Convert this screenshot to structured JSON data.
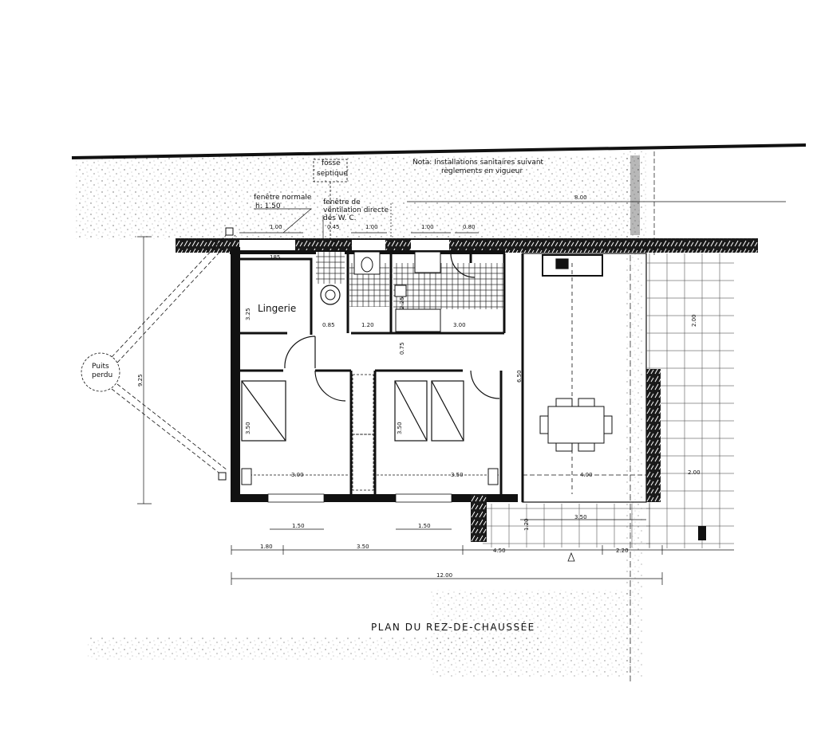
{
  "plan": {
    "title": "PLAN DU REZ-DE-CHAUSSÉE",
    "note_line1": "Nota: Installations sanitaires suivant",
    "note_line2": "règlements en vigueur",
    "fosse_top": "fosse",
    "fosse_bottom": "septique",
    "fenetre_normale_1": "fenêtre normale",
    "fenetre_normale_2": "h: 1.50",
    "ventilation_1": "fenêtre de",
    "ventilation_2": "ventilation directe",
    "ventilation_3": "des  W. C.",
    "lingerie": "Lingerie",
    "puits_1": "Puits",
    "puits_2": "perdu"
  },
  "dimensions": {
    "d_185": "185",
    "d_1_00a": "1.00",
    "d_0_45": "0.45",
    "d_1_00b": "1.00",
    "d_1_00c": "1.00",
    "d_0_80": "0.80",
    "d_3_25a": "3.25",
    "d_0_85": "0.85",
    "d_1_20a": "1.20",
    "d_2_25": "2.25",
    "d_3_00a": "3.00",
    "d_0_75": "0.75",
    "d_6_50": "6.50",
    "d_3_50a": "3.50",
    "d_3_50b": "3.50",
    "d_3_00b": "3.00",
    "d_3_50c": "3.50",
    "d_4_00": "4.00",
    "d_8_00": "8.00",
    "d_2_00": "2.00",
    "d_9_25": "9.25",
    "d_1_50a": "1.50",
    "d_1_50b": "1.50",
    "d_3_50d": "3.50",
    "d_1_20b": "1.20",
    "d_1_80": "1.80",
    "d_3_50e": "3.50",
    "d_4_50": "4.50",
    "d_2_20": "2.20",
    "d_12_00": "12.00"
  }
}
